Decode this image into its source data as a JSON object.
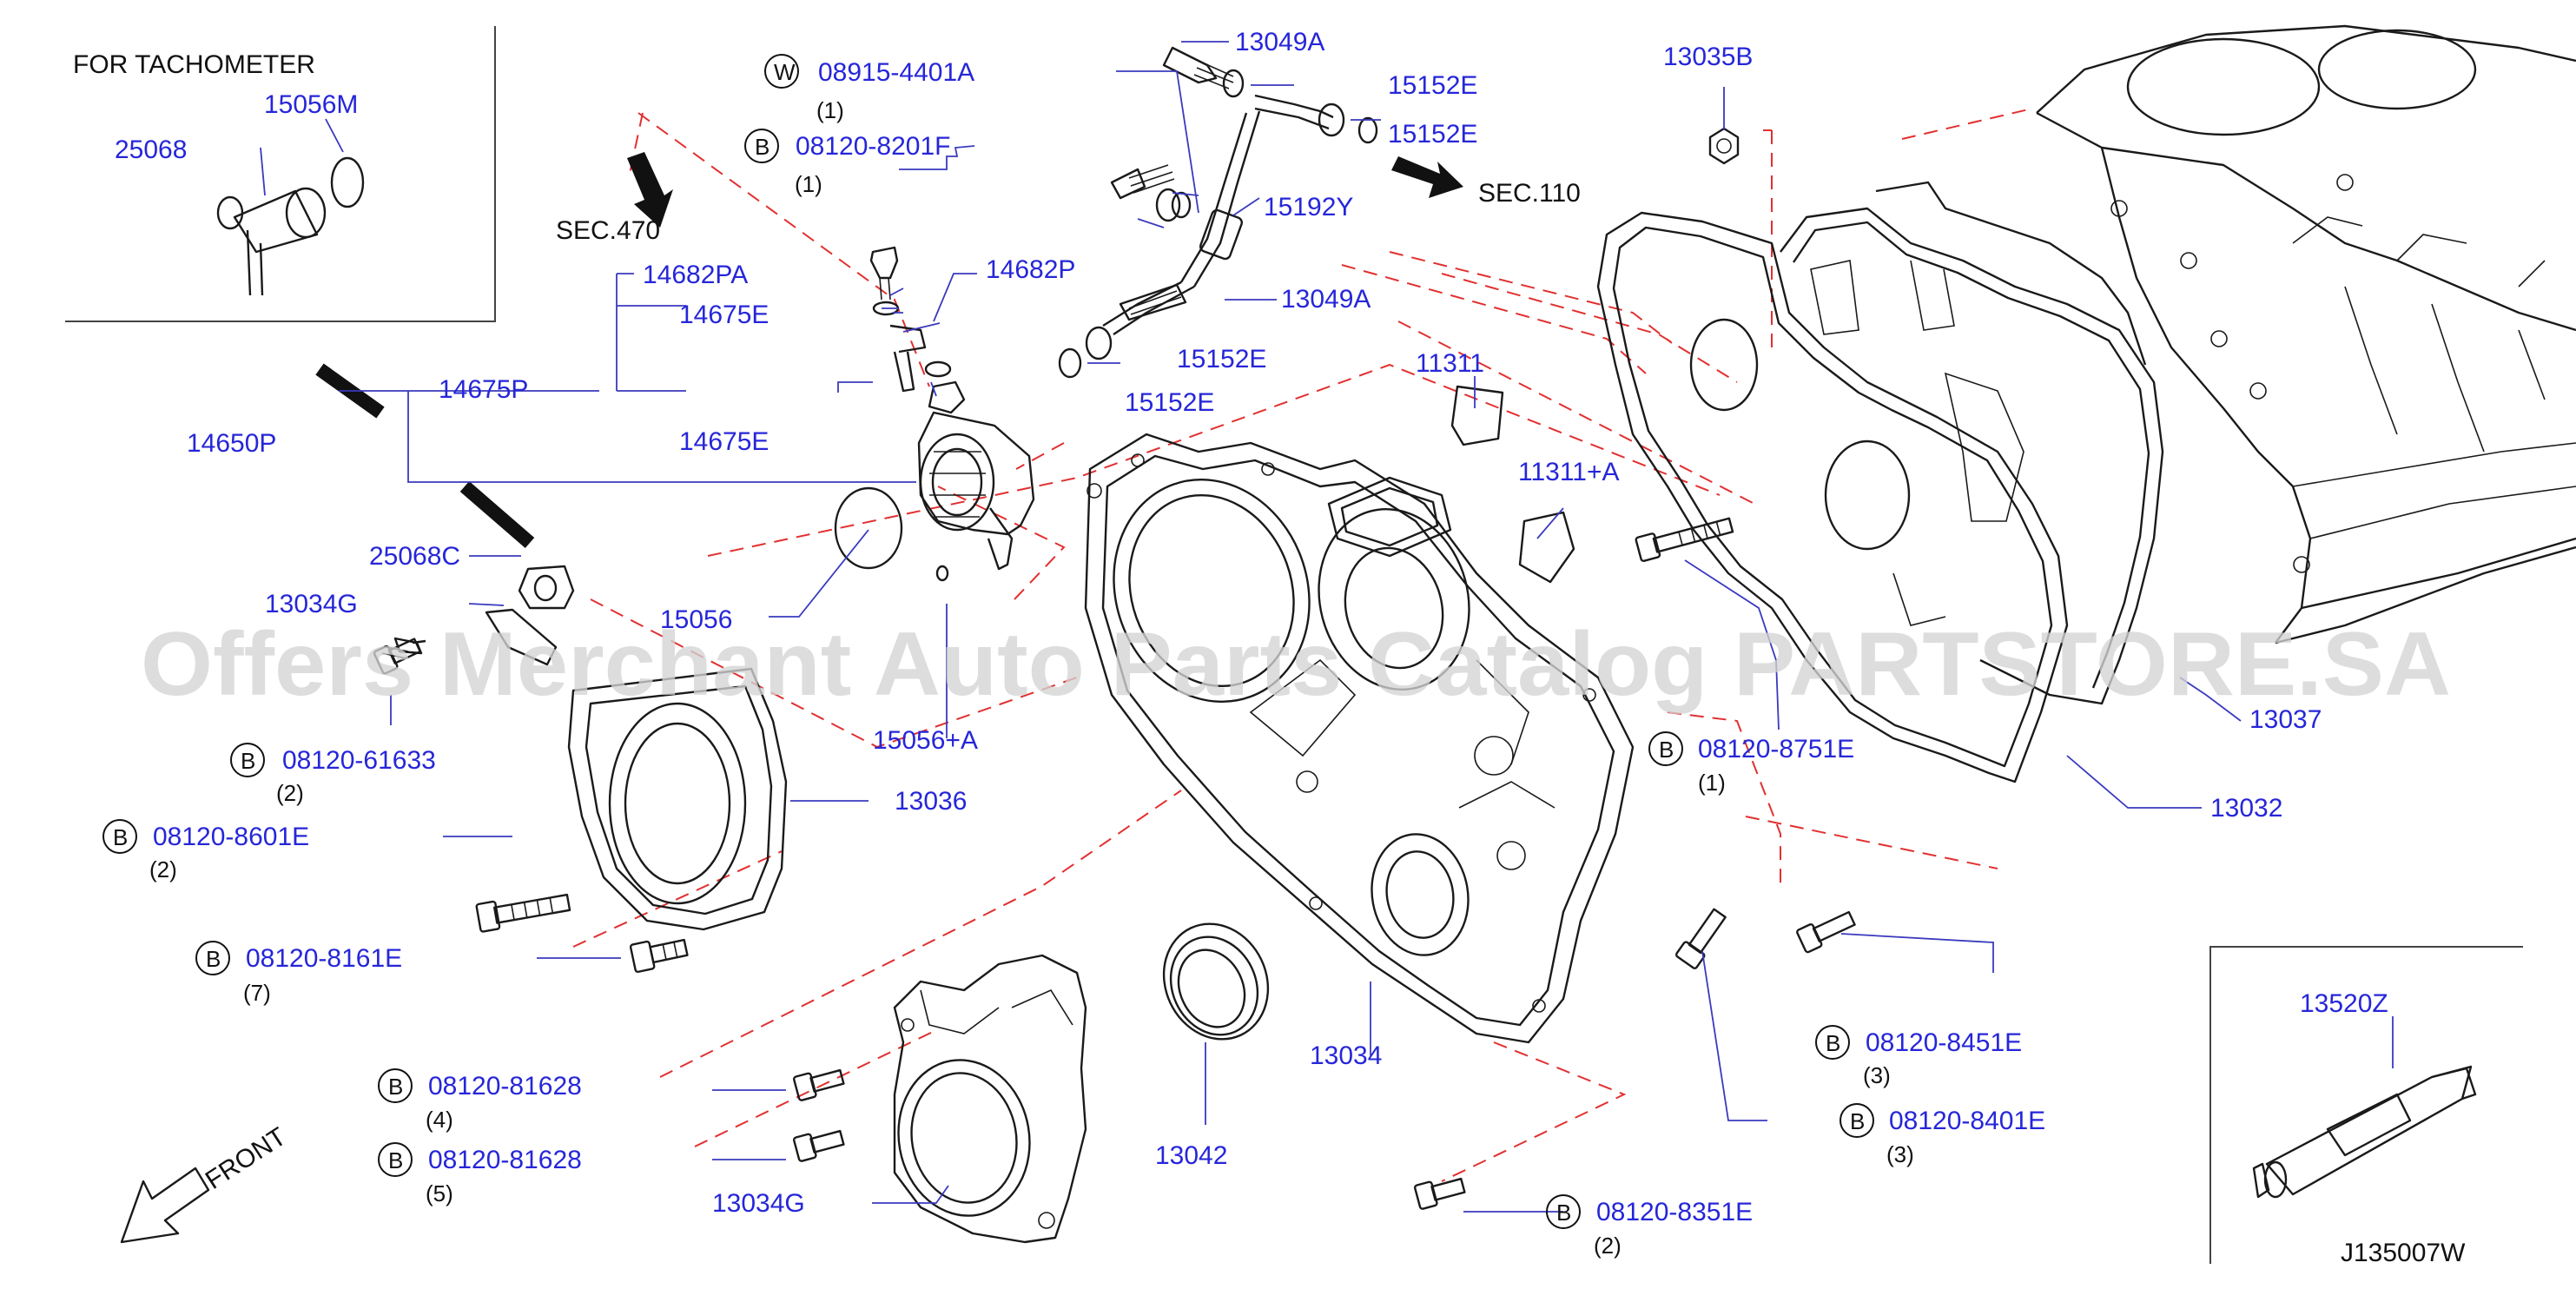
{
  "diagram": {
    "inset_tacho": {
      "title": "FOR  TACHOMETER",
      "labels": [
        "25068",
        "15056M"
      ]
    },
    "sections": [
      "SEC.470",
      "SEC.110"
    ],
    "part_labels": [
      "13049A",
      "15152E",
      "15152E",
      "15192Y",
      "13049A",
      "15152E",
      "15152E",
      "14682P",
      "14682PA",
      "14675E",
      "14675P",
      "14675E",
      "14650P",
      "25068C",
      "13034G",
      "15056",
      "15056+A",
      "13036",
      "11311",
      "11311+A",
      "13035B",
      "13037",
      "13032",
      "13034",
      "13042",
      "13034G",
      "13520Z"
    ],
    "fasteners": [
      {
        "prefix": "W",
        "code": "08915-4401A",
        "qty": "(1)"
      },
      {
        "prefix": "B",
        "code": "08120-8201F",
        "qty": "(1)"
      },
      {
        "prefix": "B",
        "code": "08120-61633",
        "qty": "(2)"
      },
      {
        "prefix": "B",
        "code": "08120-8601E",
        "qty": "(2)"
      },
      {
        "prefix": "B",
        "code": "08120-8161E",
        "qty": "(7)"
      },
      {
        "prefix": "B",
        "code": "08120-81628",
        "qty": "(4)"
      },
      {
        "prefix": "B",
        "code": "08120-81628",
        "qty": "(5)"
      },
      {
        "prefix": "B",
        "code": "08120-8751E",
        "qty": "(1)"
      },
      {
        "prefix": "B",
        "code": "08120-8451E",
        "qty": "(3)"
      },
      {
        "prefix": "B",
        "code": "08120-8401E",
        "qty": "(3)"
      },
      {
        "prefix": "B",
        "code": "08120-8351E",
        "qty": "(2)"
      }
    ],
    "front_label": "FRONT",
    "drawing_id": "J135007W",
    "watermark": "Offers Merchant Auto Parts Catalog PARTSTORE.SA",
    "colors": {
      "label": "#2626d9",
      "guide": "#e23030",
      "line": "#1a1a1a"
    }
  }
}
